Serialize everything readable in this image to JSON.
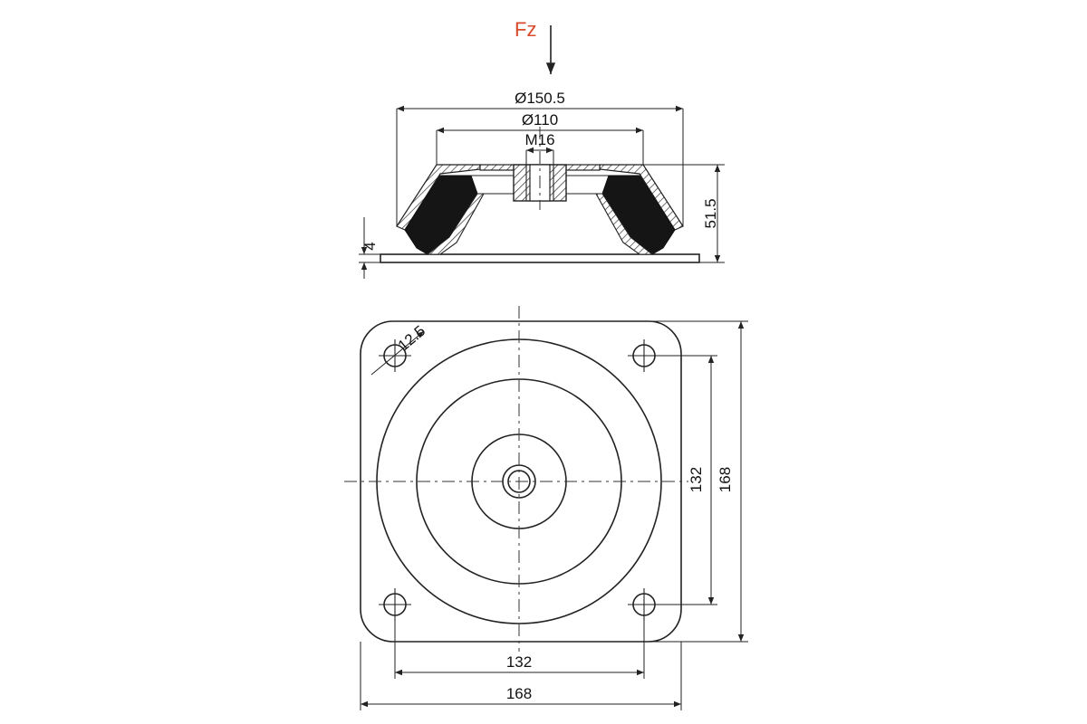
{
  "force": {
    "label": "Fz",
    "color": "#d94a2a"
  },
  "side_view": {
    "dia_outer": "Ø150.5",
    "dia_inner": "Ø110",
    "thread": "M16",
    "height": "51.5",
    "plate_thickness": "4"
  },
  "top_view": {
    "corner_radius": "12.5",
    "hole_spacing_h": "132",
    "plate_width": "168",
    "hole_spacing_v": "132",
    "plate_height": "168"
  },
  "colors": {
    "rubber": "#151515",
    "line": "#222222"
  }
}
